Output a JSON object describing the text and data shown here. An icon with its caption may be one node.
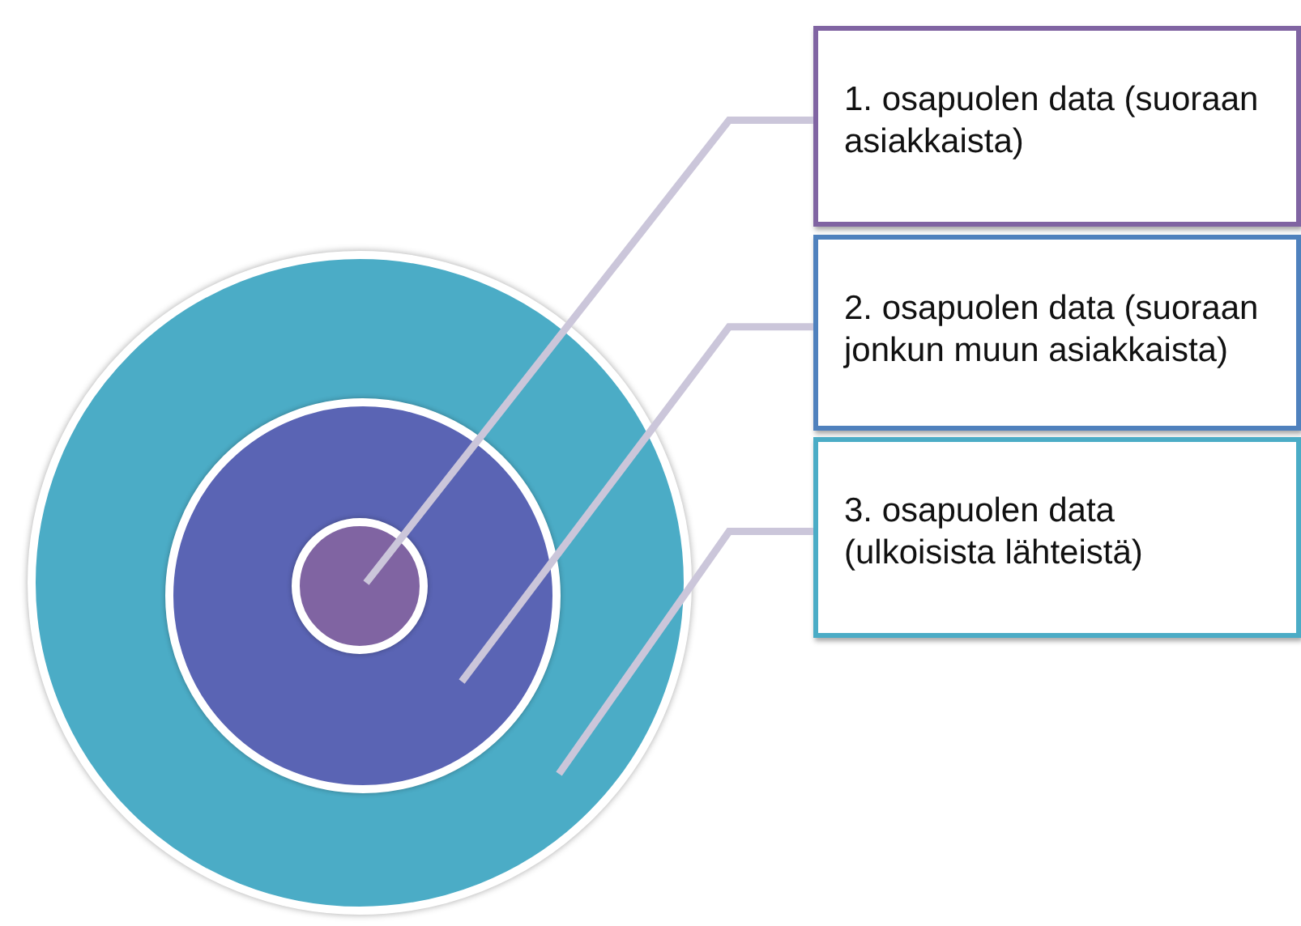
{
  "diagram": {
    "nodes": [
      {
        "text": [],
        "shape": "circle"
      },
      {
        "text": [],
        "shape": "circle",
        "in": 0
      },
      {
        "text": [],
        "shape": "circle",
        "in": 1
      },
      {
        "text": [
          "1. osapuolen data (suoraan asiakkaista)"
        ]
      },
      {
        "text": [
          "2. osapuolen data (suoraan jonkun muun asiakkaista)"
        ]
      },
      {
        "text": [
          "3. osapuolen data (ulkoisista lähteistä)"
        ]
      }
    ],
    "edges": [
      {
        "from": 3,
        "to": 2,
        "arrow": "none"
      },
      {
        "from": 4,
        "to": 1,
        "arrow": "none"
      },
      {
        "from": 5,
        "to": 0,
        "arrow": "none"
      }
    ]
  }
}
